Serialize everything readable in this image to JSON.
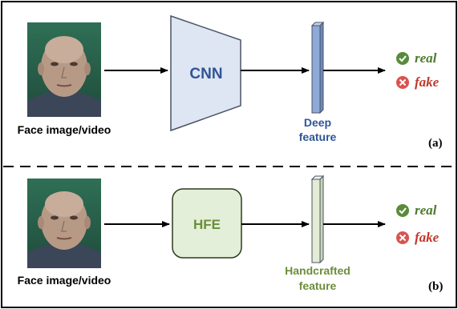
{
  "panel_a": {
    "input_label": "Face image/video",
    "model_label": "CNN",
    "feature_label_line1": "Deep",
    "feature_label_line2": "feature",
    "panel_tag": "(a)",
    "outputs": {
      "real": "real",
      "fake": "fake"
    }
  },
  "panel_b": {
    "input_label": "Face image/video",
    "model_label": "HFE",
    "feature_label_line1": "Handcrafted",
    "feature_label_line2": "feature",
    "panel_tag": "(b)",
    "outputs": {
      "real": "real",
      "fake": "fake"
    }
  },
  "colors": {
    "cnn_fill": "#dfe6f3",
    "hfe_fill": "#e3efd8",
    "deep_feature_fill": "#8faad6",
    "handcrafted_feature_fill": "#e4ecd6",
    "deep_label": "#2f5597",
    "handcrafted_label": "#6b8e3a",
    "real_color": "#4e7a2e",
    "fake_color": "#c0392b",
    "check_badge": "#5a8a3c",
    "cross_badge": "#d9534f"
  }
}
